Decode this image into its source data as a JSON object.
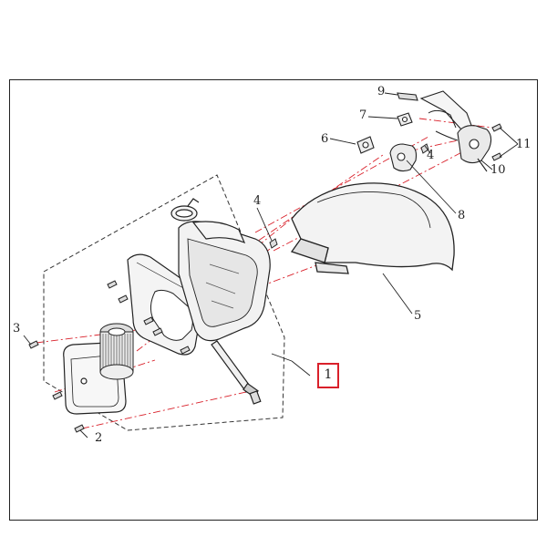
{
  "diagram": {
    "callouts": {
      "c1": "1",
      "c2": "2",
      "c3": "3",
      "c4a": "4",
      "c4b": "4",
      "c5": "5",
      "c6": "6",
      "c7": "7",
      "c8": "8",
      "c9": "9",
      "c10": "10",
      "c11": "11"
    },
    "colors": {
      "line": "#222222",
      "dash": "#d9202a",
      "highlight": "#d9202a",
      "part_fill": "#f2f2f2",
      "shade": "#cfcfcf"
    }
  }
}
